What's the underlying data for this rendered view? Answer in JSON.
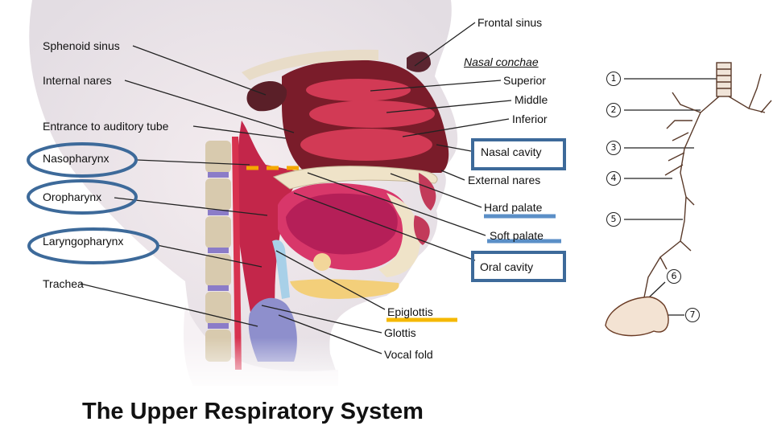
{
  "title": "The Upper Respiratory System",
  "labels": {
    "frontal_sinus": "Frontal sinus",
    "sphenoid_sinus": "Sphenoid sinus",
    "nasal_conchae": "Nasal conchae",
    "internal_nares": "Internal nares",
    "superior": "Superior",
    "middle": "Middle",
    "entrance_auditory_tube": "Entrance to auditory tube",
    "inferior": "Inferior",
    "nasopharynx": "Nasopharynx",
    "nasal_cavity": "Nasal cavity",
    "external_nares": "External nares",
    "oropharynx": "Oropharynx",
    "hard_palate": "Hard palate",
    "soft_palate": "Soft palate",
    "laryngopharynx": "Laryngopharynx",
    "oral_cavity": "Oral cavity",
    "trachea": "Trachea",
    "epiglottis": "Epiglottis",
    "glottis": "Glottis",
    "vocal_fold": "Vocal fold"
  },
  "bronchial_tree_numbers": [
    "1",
    "2",
    "3",
    "4",
    "5",
    "6",
    "7"
  ],
  "colors": {
    "highlight_blue": "#3d6a9a",
    "underline_light_blue": "#5b8fc7",
    "underline_gold": "#f5b800",
    "dashed_orange": "#f5a800"
  }
}
